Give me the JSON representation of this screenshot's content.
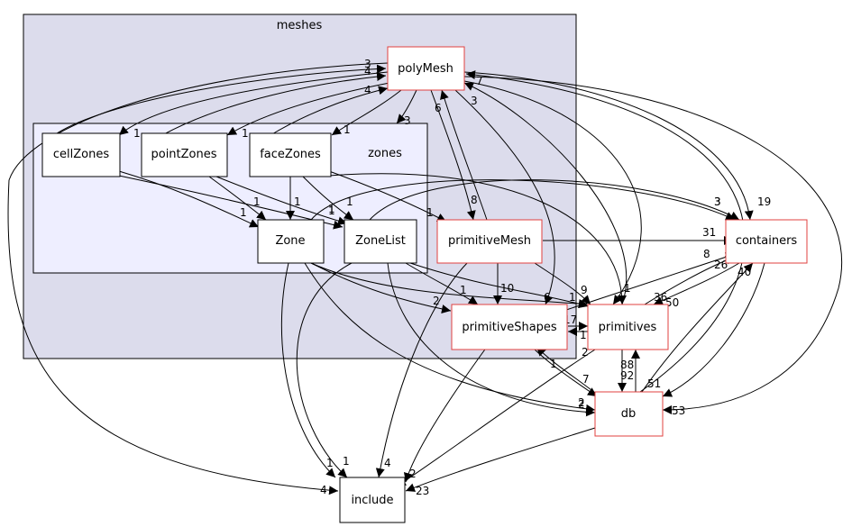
{
  "clusters": [
    {
      "id": "meshes",
      "label": "meshes"
    },
    {
      "id": "zones",
      "label": "zones"
    }
  ],
  "nodes": [
    {
      "id": "polyMesh",
      "label": "polyMesh",
      "border": "#e0413f"
    },
    {
      "id": "cellZones",
      "label": "cellZones",
      "border": "#000000"
    },
    {
      "id": "pointZones",
      "label": "pointZones",
      "border": "#000000"
    },
    {
      "id": "faceZones",
      "label": "faceZones",
      "border": "#000000"
    },
    {
      "id": "Zone",
      "label": "Zone",
      "border": "#000000"
    },
    {
      "id": "ZoneList",
      "label": "ZoneList",
      "border": "#000000"
    },
    {
      "id": "primitiveMesh",
      "label": "primitiveMesh",
      "border": "#e0413f"
    },
    {
      "id": "primitiveShapes",
      "label": "primitiveShapes",
      "border": "#e0413f"
    },
    {
      "id": "primitives",
      "label": "primitives",
      "border": "#e0413f"
    },
    {
      "id": "containers",
      "label": "containers",
      "border": "#e0413f"
    },
    {
      "id": "db",
      "label": "db",
      "border": "#e0413f"
    },
    {
      "id": "include",
      "label": "include",
      "border": "#000000"
    }
  ],
  "edge_labels": [
    "3",
    "4",
    "4",
    "7",
    "6",
    "3",
    "1",
    "1",
    "3",
    "1",
    "1",
    "1",
    "1",
    "1",
    "1",
    "1",
    "1",
    "8",
    "3",
    "3",
    "19",
    "31",
    "8",
    "26",
    "36",
    "50",
    "40",
    "1",
    "9",
    "10",
    "6",
    "2",
    "1",
    "1",
    "17",
    "1",
    "2",
    "88",
    "92",
    "51",
    "7",
    "1",
    "2",
    "2",
    "53",
    "1",
    "1",
    "4",
    "2",
    "23",
    "4"
  ],
  "colors": {
    "cluster_outer": "#dcdcec",
    "cluster_inner": "#eeeeff",
    "node_fill": "#ffffff",
    "edge": "#000000"
  }
}
